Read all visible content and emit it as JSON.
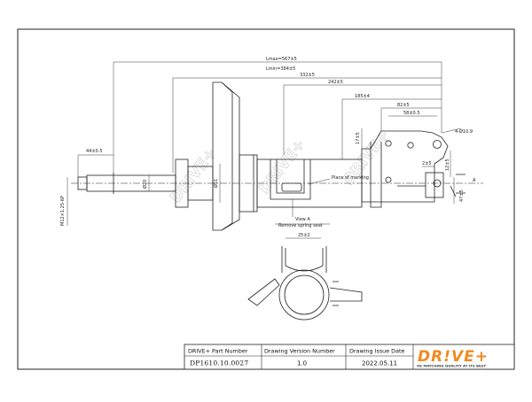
{
  "drawing": {
    "dimensions": {
      "lmax": "Lmax=567±5",
      "lmin": "Lmin=384±5",
      "d332": "332±5",
      "d242": "242±5",
      "d185": "185±4",
      "d82": "82±5",
      "d58": "58±0.5",
      "d44": "44±0.5",
      "thread": "M12×1.25-6P",
      "rod_dia": "Ø20",
      "body_dia": "Ø51",
      "hole_dia": "4-Ø10.9",
      "h17": "17±5",
      "h2": "2±5",
      "h12": "12±5",
      "d47": "47±5",
      "d25": "25±2",
      "place_of_marking": "Place of marking",
      "section_a": "A"
    },
    "view_label": "View A",
    "view_sublabel": "Remove spring seat",
    "watermark": "DRIVE+"
  },
  "title_block": {
    "part_number_header": "DRIVE+ Part Number",
    "part_number": "DP1610.10.0027",
    "version_header": "Drawing Version  Number",
    "version": "1.0",
    "issue_date_header": "Drawing Issue Date",
    "issue_date": "2022.05.11",
    "logo_text": "DR!VE+",
    "logo_tagline": "OE MATCHING QUALITY AT ITS BEST"
  },
  "colors": {
    "line": "#222222",
    "logo_orange": "#f08a1e"
  }
}
